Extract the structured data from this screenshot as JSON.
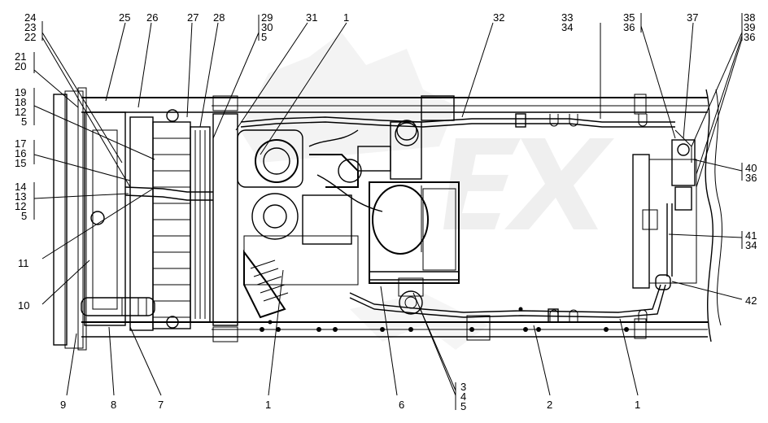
{
  "diagram": {
    "top_labels": [
      {
        "key": "t1",
        "lines": [
          "24",
          "23",
          "22"
        ]
      },
      {
        "key": "t2",
        "lines": [
          "25"
        ]
      },
      {
        "key": "t3",
        "lines": [
          "26"
        ]
      },
      {
        "key": "t4",
        "lines": [
          "27"
        ]
      },
      {
        "key": "t5",
        "lines": [
          "28"
        ]
      },
      {
        "key": "t6",
        "lines": [
          "29",
          "30",
          "5"
        ]
      },
      {
        "key": "t7",
        "lines": [
          "31"
        ]
      },
      {
        "key": "t8",
        "lines": [
          "1"
        ]
      },
      {
        "key": "t9",
        "lines": [
          "32"
        ]
      },
      {
        "key": "t10",
        "lines": [
          "33",
          "34"
        ]
      },
      {
        "key": "t11",
        "lines": [
          "35",
          "36"
        ]
      },
      {
        "key": "t12",
        "lines": [
          "37"
        ]
      },
      {
        "key": "t13",
        "lines": [
          "38",
          "39",
          "36"
        ]
      }
    ],
    "left_labels": [
      {
        "key": "l1",
        "lines": [
          "21",
          "20"
        ]
      },
      {
        "key": "l2",
        "lines": [
          "19",
          "18",
          "12",
          "5"
        ]
      },
      {
        "key": "l3",
        "lines": [
          "17",
          "16",
          "15"
        ]
      },
      {
        "key": "l4",
        "lines": [
          "14",
          "13",
          "12",
          "5"
        ]
      },
      {
        "key": "l5",
        "lines": [
          "11"
        ]
      },
      {
        "key": "l6",
        "lines": [
          "10"
        ]
      }
    ],
    "right_labels": [
      {
        "key": "r1",
        "lines": [
          "40",
          "36"
        ]
      },
      {
        "key": "r2",
        "lines": [
          "41",
          "34"
        ]
      },
      {
        "key": "r3",
        "lines": [
          "42"
        ]
      }
    ],
    "bottom_labels": [
      {
        "key": "b1",
        "lines": [
          "9"
        ]
      },
      {
        "key": "b2",
        "lines": [
          "8"
        ]
      },
      {
        "key": "b3",
        "lines": [
          "7"
        ]
      },
      {
        "key": "b4",
        "lines": [
          "1"
        ]
      },
      {
        "key": "b5",
        "lines": [
          "6"
        ]
      },
      {
        "key": "b6",
        "lines": [
          "3",
          "4",
          "5"
        ]
      },
      {
        "key": "b7",
        "lines": [
          "2"
        ]
      },
      {
        "key": "b8",
        "lines": [
          "1"
        ]
      }
    ]
  }
}
